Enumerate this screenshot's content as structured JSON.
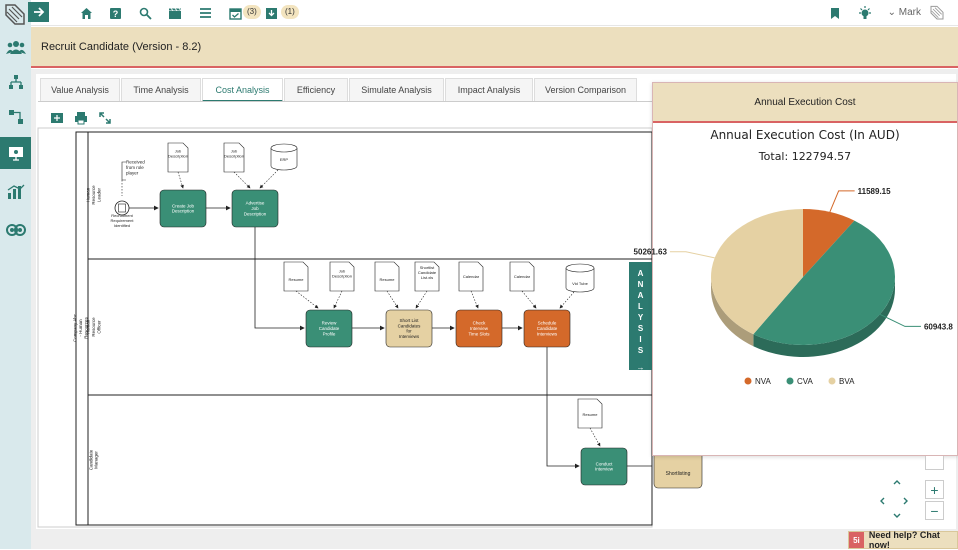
{
  "header": {
    "todo_count": "(3)",
    "inbox_count": "(1)",
    "user_name": "Mark"
  },
  "page": {
    "title": "Recruit Candidate (Version - 8.2)"
  },
  "tabs": [
    {
      "label": "Value Analysis",
      "active": false
    },
    {
      "label": "Time Analysis",
      "active": false
    },
    {
      "label": "Cost Analysis",
      "active": true
    },
    {
      "label": "Efficiency",
      "active": false
    },
    {
      "label": "Simulate Analysis",
      "active": false
    },
    {
      "label": "Impact Analysis",
      "active": false
    },
    {
      "label": "Version Comparison",
      "active": false
    }
  ],
  "diagram": {
    "pool_label": "Company Abc - Human Resources",
    "lanes": [
      "Human Resource Leader",
      "Human Resource Officer",
      "Candidate Manager"
    ],
    "start_event": "Recruitment Requirement Identified",
    "annotation": "Received from role player",
    "activities": {
      "create_job_description": "Create Job Description",
      "advertise_job_description": "Advertise Job Description",
      "review_candidate_profile": "Review Candidate Profile",
      "short_list": "Short List Candidates for Interviews",
      "check_interview": "Check Interview Time Slots",
      "schedule_interviews": "Schedule Candidate Interviews",
      "conduct_interview": "Conduct Interview",
      "shortlisting": "Shortlisting"
    },
    "documents": {
      "doc1": "Job Description",
      "doc2": "Job Description",
      "erp": "ERP",
      "resume1": "Resume",
      "doc3": "Job Description",
      "resume2": "Resume",
      "shortlist_xls": "Shortlist Candidate List.xls",
      "calendar1": "Calendar",
      "calendar2": "Calendar",
      "youtube": "Vid Tube",
      "resume3": "Resume"
    },
    "colors": {
      "nva": "#d2691e",
      "cva": "#3a8f76",
      "bva": "#e5ceA0",
      "start": "#ffffff"
    }
  },
  "analysis_panel": {
    "letters": [
      "A",
      "N",
      "A",
      "L",
      "Y",
      "S",
      "I",
      "S"
    ],
    "arrow": "→"
  },
  "cost_panel": {
    "header": "Annual Execution Cost",
    "chart_title": "Annual Execution Cost (In AUD)",
    "total_text": "Total: 122794.57"
  },
  "chart_data": {
    "type": "pie",
    "title": "Annual Execution Cost (In AUD)",
    "subtitle": "Total: 122794.57",
    "categories": [
      "NVA",
      "CVA",
      "BVA"
    ],
    "values": [
      11589.15,
      60943.8,
      50261.63
    ],
    "colors": [
      "#d4692a",
      "#3a8f76",
      "#e5d1a3"
    ],
    "legend_position": "bottom"
  },
  "zoom": {
    "plus": "+",
    "minus": "−"
  },
  "help": {
    "icon": "5i",
    "label": "Need help? Chat now!"
  }
}
